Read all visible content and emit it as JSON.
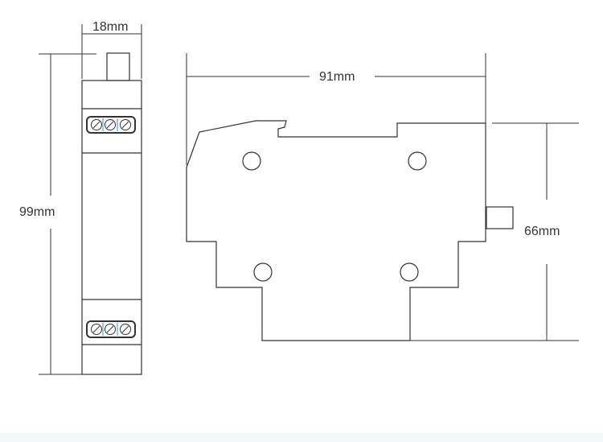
{
  "dimensions": {
    "front_width": "18mm",
    "front_height": "99mm",
    "side_width": "91mm",
    "side_height": "66mm"
  },
  "colors": {
    "line": "#333333",
    "terminal_accent": "#4aa8d8",
    "bottom_band": "#f3f8f8"
  }
}
